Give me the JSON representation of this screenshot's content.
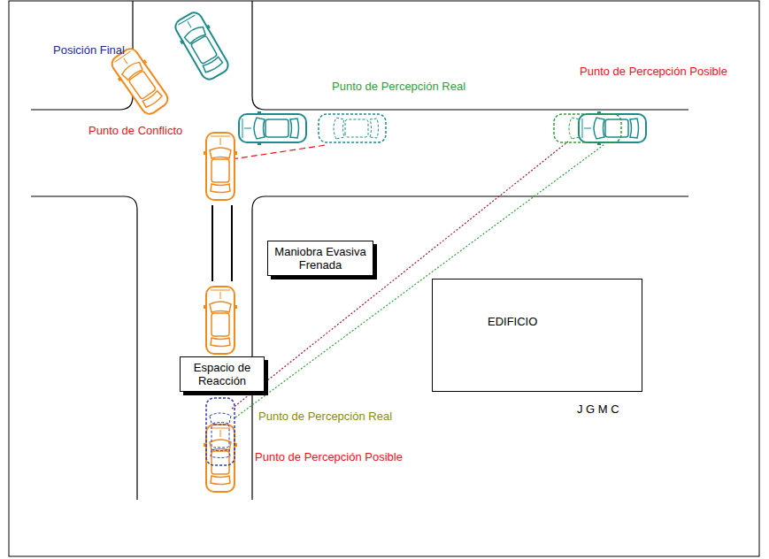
{
  "diagram": {
    "nodes": [
      {
        "text": [
          "Maniobra Evasiva Frenada"
        ]
      },
      {
        "text": [
          "EDIFICIO"
        ]
      },
      {
        "text": [
          "Espacio de Reacción"
        ]
      }
    ],
    "labels": [
      "Posición Final",
      "Punto de Percepción Real",
      "Punto de Percepción Posible",
      "Punto de Conflicto",
      "J G M C",
      "Punto de Percepción Real",
      "Punto de Percepción Posible"
    ]
  }
}
